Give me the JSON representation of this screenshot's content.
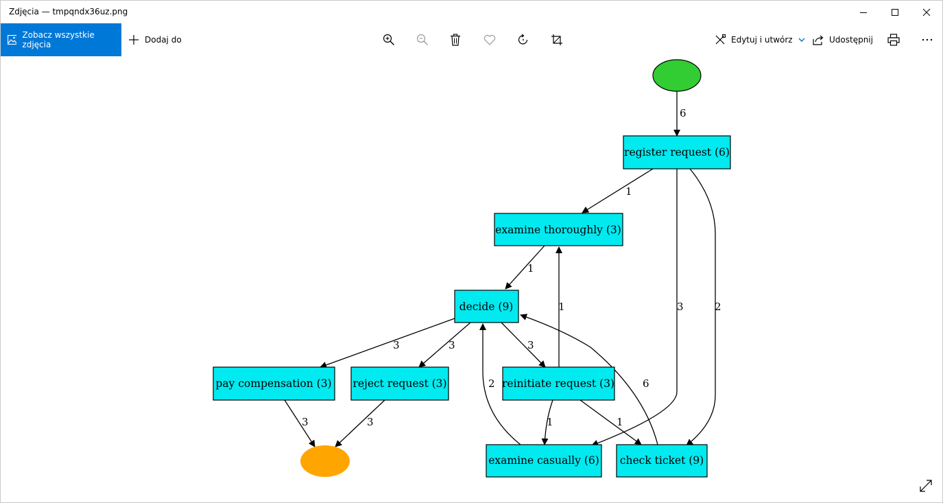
{
  "window": {
    "title": "Zdjęcia — tmpqndx36uz.png"
  },
  "toolbar": {
    "see_all_label": "Zobacz wszystkie zdjęcia",
    "add_to_label": "Dodaj do",
    "edit_create_label": "Edytuj i utwórz",
    "share_label": "Udostępnij",
    "icons": [
      "zoom-in-icon",
      "zoom-out-icon",
      "delete-icon",
      "favorite-icon",
      "rotate-icon",
      "crop-icon",
      "print-icon",
      "more-icon"
    ]
  },
  "graph": {
    "nodes": {
      "register": "register request (6)",
      "examine_thoroughly": "examine thoroughly (3)",
      "decide": "decide (9)",
      "pay": "pay compensation (3)",
      "reject": "reject request (3)",
      "reinitiate": "reinitiate request (3)",
      "examine_casually": "examine casually (6)",
      "check_ticket": "check ticket (9)"
    },
    "edges": {
      "start_register": "6",
      "register_examine_thoroughly": "1",
      "register_examine_casually": "3",
      "register_check_ticket": "2",
      "examine_thoroughly_decide": "1",
      "reinitiate_examine_thoroughly": "1",
      "decide_pay": "3",
      "decide_reject": "3",
      "decide_reinitiate": "3",
      "examine_casually_decide": "2",
      "check_ticket_decide": "6",
      "reinitiate_examine_casually": "1",
      "reinitiate_check_ticket": "1",
      "pay_end": "3",
      "reject_end": "3"
    },
    "colors": {
      "activity_fill": "#00eaf0",
      "start_fill": "#32cd32",
      "end_fill": "#ffa500",
      "accent": "#0078d7"
    }
  }
}
